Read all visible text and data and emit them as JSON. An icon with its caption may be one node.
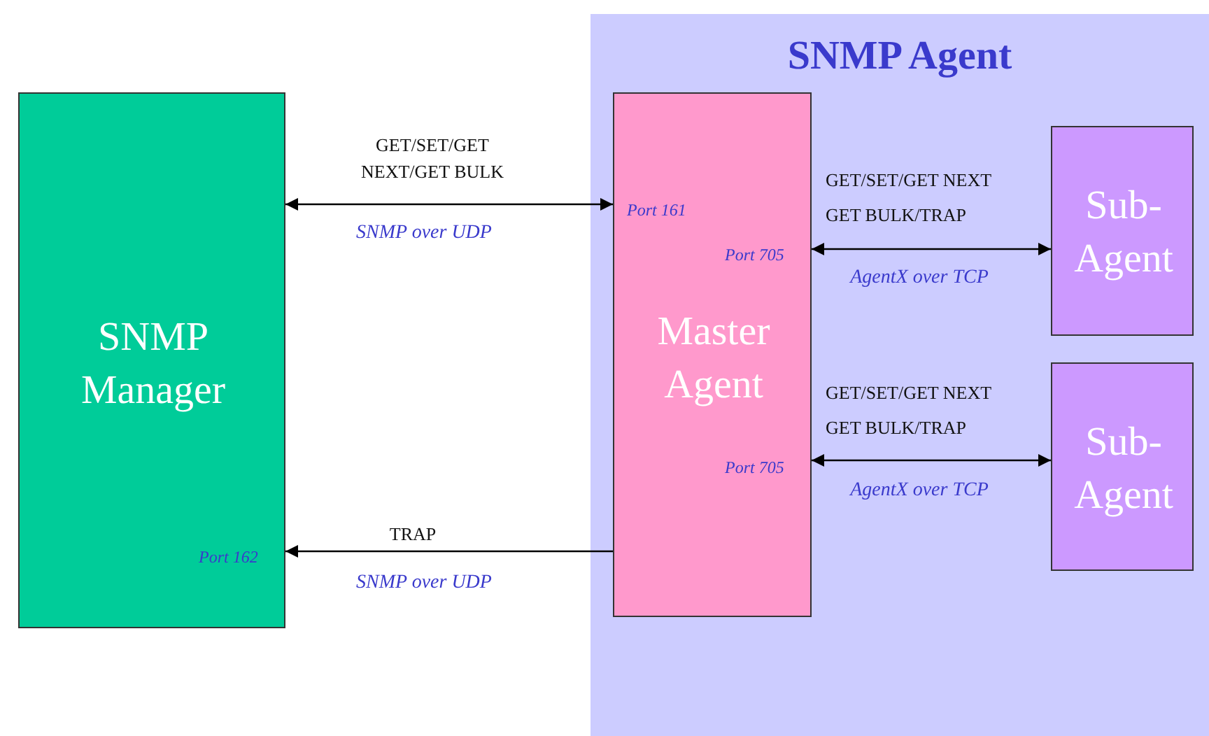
{
  "diagram": {
    "nodes": [
      {
        "text": [
          "SNMP Agent"
        ]
      },
      {
        "text": [
          "SNMP Manager",
          "Port 162"
        ]
      },
      {
        "text": [
          "Master Agent",
          "Port 161",
          "Port 705",
          "Port 705"
        ],
        "in": 0
      },
      {
        "text": [
          "Sub-Agent"
        ],
        "in": 0
      },
      {
        "text": [
          "Sub-Agent"
        ],
        "in": 0
      }
    ],
    "edges": [
      {
        "from": 1,
        "to": 2,
        "arrow": "both",
        "label": "GET/SET/GET NEXT/GET BULK"
      },
      {
        "from": 2,
        "to": 3,
        "arrow": "both",
        "label": "GET/SET/GET NEXT GET BULK/TRAP"
      },
      {
        "from": 2,
        "to": 4,
        "arrow": "both",
        "label": "GET/SET/GET NEXT GET BULK/TRAP"
      },
      {
        "from": 2,
        "to": 1,
        "arrow": "to",
        "label": "TRAP"
      }
    ],
    "labels": [
      "SNMP over UDP",
      "AgentX over TCP",
      "AgentX over TCP",
      "SNMP over UDP"
    ]
  }
}
